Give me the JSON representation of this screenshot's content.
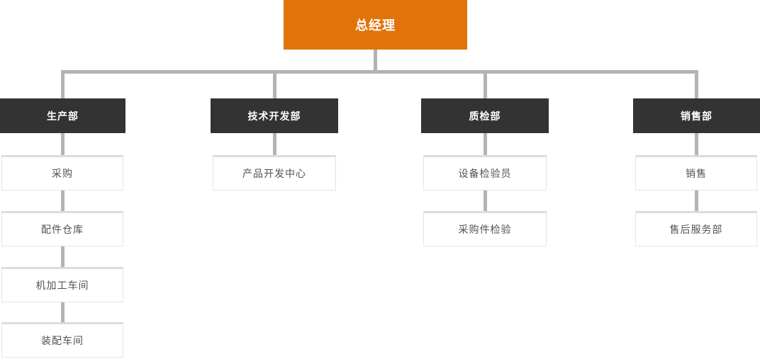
{
  "diagram": {
    "type": "org-chart",
    "root": {
      "label": "总经理"
    },
    "departments": [
      {
        "label": "生产部",
        "children": [
          "采购",
          "配件仓库",
          "机加工车间",
          "装配车间"
        ]
      },
      {
        "label": "技术开发部",
        "children": [
          "产品开发中心"
        ]
      },
      {
        "label": "质检部",
        "children": [
          "设备检验员",
          "采购件检验"
        ]
      },
      {
        "label": "销售部",
        "children": [
          "销售",
          "售后服务部"
        ]
      }
    ],
    "colors": {
      "root_bg": "#e0730a",
      "root_text": "#ffffff",
      "dept_bg": "#333333",
      "dept_text": "#ffffff",
      "connector": "#b3b3b3",
      "node_bg": "#ffffff",
      "node_border": "#e4e4e4",
      "node_top_border": "#dcdcdc",
      "node_text": "#525252"
    }
  }
}
